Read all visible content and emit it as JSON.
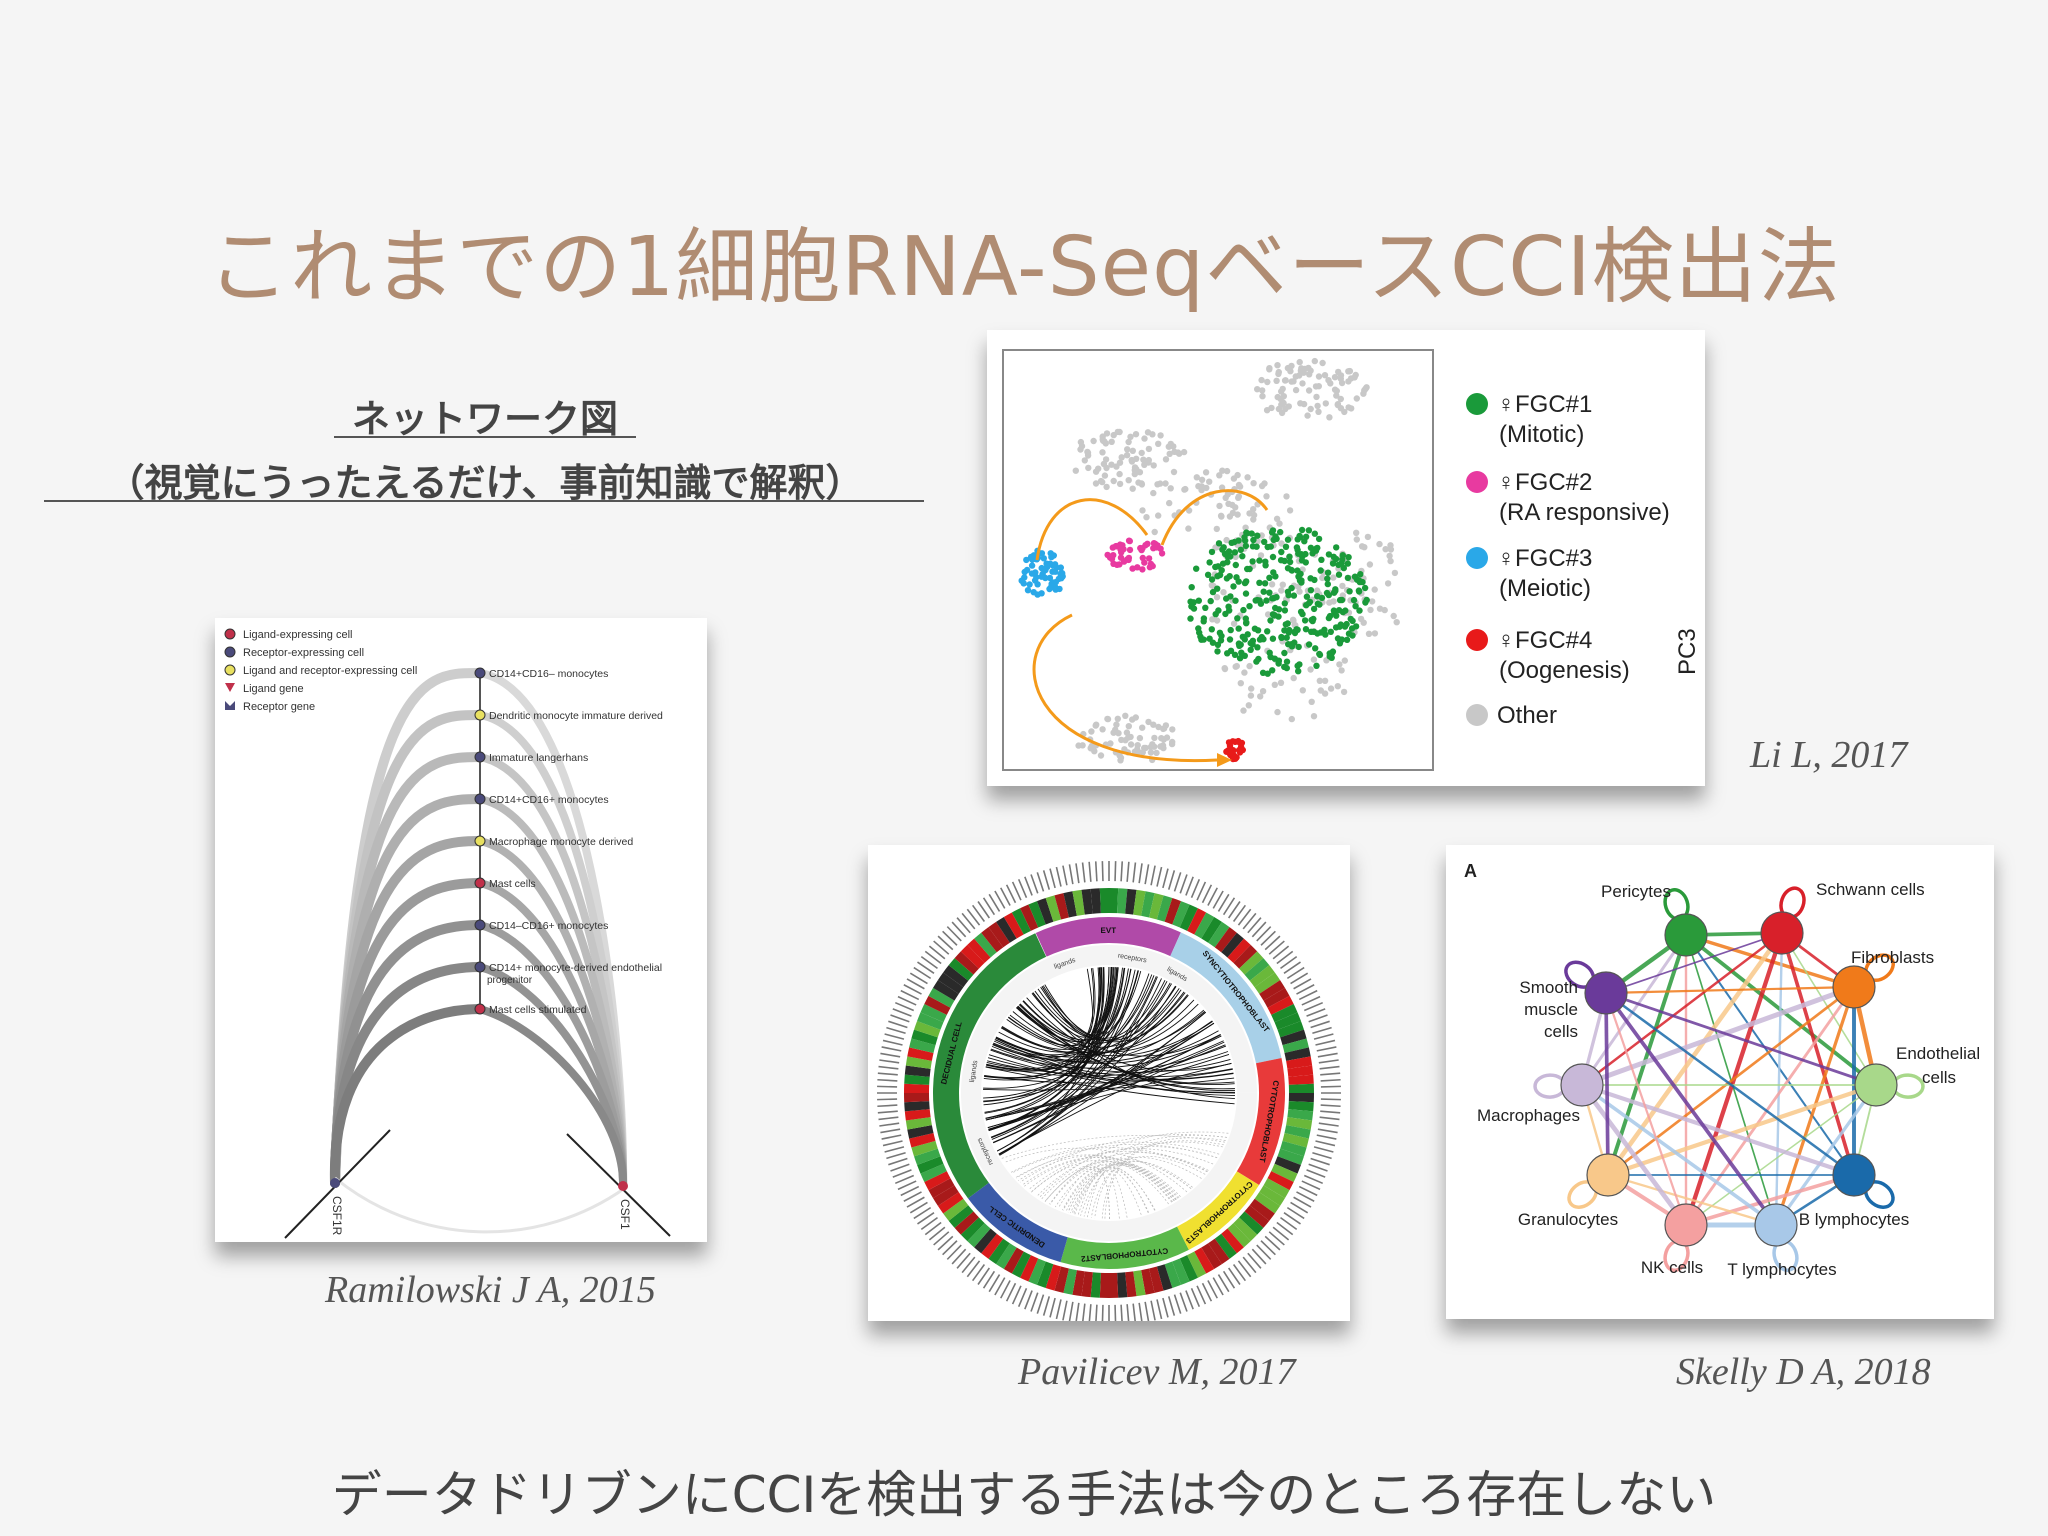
{
  "slide": {
    "title": "これまでの1細胞RNA-SeqベースCCI検出法",
    "subheading_line1": "ネットワーク図",
    "subheading_line2": "（視覚にうったえるだけ、事前知識で解釈）",
    "footer": "データドリブンにCCIを検出する手法は今のところ存在しない"
  },
  "figures": {
    "ramilowski": {
      "citation": "Ramilowski J A, 2015",
      "legend": [
        "Ligand-expressing cell",
        "Receptor-expressing cell",
        "Ligand and receptor-expressing cell",
        "Ligand gene",
        "Receptor gene"
      ],
      "cells": [
        {
          "label": "CD14+CD16– monocytes",
          "color": "#4a4a7a"
        },
        {
          "label": "Dendritic monocyte immature derived",
          "color": "#e8e060"
        },
        {
          "label": "Immature langerhans",
          "color": "#4a4a7a"
        },
        {
          "label": "CD14+CD16+ monocytes",
          "color": "#4a4a7a"
        },
        {
          "label": "Macrophage monocyte derived",
          "color": "#e8e060"
        },
        {
          "label": "Mast cells",
          "color": "#c0304a"
        },
        {
          "label": "CD14–CD16+ monocytes",
          "color": "#4a4a7a"
        },
        {
          "label": "CD14+ monocyte-derived endothelial",
          "color": "#4a4a7a"
        },
        {
          "label": "Mast cells stimulated",
          "color": "#c0304a"
        }
      ],
      "cell_label_extra": "progenitor",
      "gene_left": "CSF1R",
      "gene_right": "CSF1"
    },
    "li": {
      "citation": "Li L, 2017",
      "legend": [
        {
          "line1": "♀FGC#1",
          "line2": "(Mitotic)",
          "color": "#1a9a3a"
        },
        {
          "line1": "♀FGC#2",
          "line2": "(RA responsive)",
          "color": "#e83aa0"
        },
        {
          "line1": "♀FGC#3",
          "line2": "(Meiotic)",
          "color": "#2aa8e8"
        },
        {
          "line1": "♀FGC#4",
          "line2": "(Oogenesis)",
          "color": "#e81a1a"
        },
        {
          "line1": "Other",
          "line2": "",
          "color": "#c8c8c8"
        }
      ],
      "axis_label": "PC3"
    },
    "pavlicev": {
      "citation": "Pavilicev M, 2017",
      "segments": [
        "EVT",
        "SYNCYTIOTROPHOBLAST",
        "CYTOTROPHOBLAST",
        "CYTOTROPHOBLAST3",
        "CYTOTROPHOBLAST2",
        "DENDRITIC CELL",
        "DECIDUAL CELL"
      ],
      "sub_ligands": "ligands",
      "sub_receptors": "receptors"
    },
    "skelly": {
      "citation": "Skelly D A, 2018",
      "panel_letter": "A",
      "nodes": [
        {
          "label": "Pericytes",
          "color": "#2a9a3a"
        },
        {
          "label": "Schwann cells",
          "color": "#d8202a"
        },
        {
          "label": "Fibroblasts",
          "color": "#f07a1a"
        },
        {
          "label": "Endothelial",
          "label2": "cells",
          "color": "#a8d88a"
        },
        {
          "label": "B lymphocytes",
          "color": "#1a6aaa"
        },
        {
          "label": "T lymphocytes",
          "color": "#a8c8e8"
        },
        {
          "label": "NK cells",
          "color": "#f4a0a0"
        },
        {
          "label": "Granulocytes",
          "color": "#f8c88a"
        },
        {
          "label": "Macrophages",
          "color": "#c8b8d8"
        },
        {
          "label": "Smooth",
          "label2": "muscle",
          "label3": "cells",
          "color": "#6a3a9a"
        }
      ]
    }
  }
}
